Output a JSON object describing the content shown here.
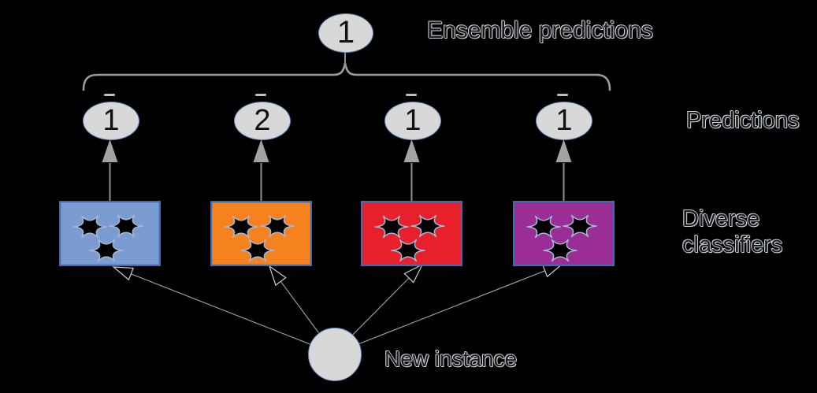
{
  "labels": {
    "ensemble_predictions": "Ensemble predictions",
    "predictions": "Predictions",
    "diverse_classifiers": "Diverse classifiers",
    "new_instance": "New instance"
  },
  "ensemble_node": {
    "value": "1"
  },
  "prediction_nodes": [
    {
      "value": "1"
    },
    {
      "value": "2"
    },
    {
      "value": "1"
    },
    {
      "value": "1"
    }
  ],
  "classifiers": [
    {
      "id": "classifier-1",
      "color": "#7b9cd0"
    },
    {
      "id": "classifier-2",
      "color": "#f5821f"
    },
    {
      "id": "classifier-3",
      "color": "#e8202b"
    },
    {
      "id": "classifier-4",
      "color": "#9b2d96"
    }
  ],
  "icons": {
    "sample_star": "six-point-concave-star"
  },
  "colors": {
    "background": "#000000",
    "node_fill": "#d8d8d8",
    "node_border": "#6188c6",
    "classifier_border": "#3d6db5",
    "text_fill": "#1b1b1b",
    "text_outline": "#ccd2db",
    "arrow_line": "#8f8f8f",
    "arrow_head": "#a3a3a3",
    "thin_line": "#9a9a9a",
    "open_arrow": "#cfcfcf",
    "star_outline": "#a9b7d6",
    "star_fill": "#000000",
    "brace": "#9c9c9c",
    "dash": "#e0e0e0"
  }
}
